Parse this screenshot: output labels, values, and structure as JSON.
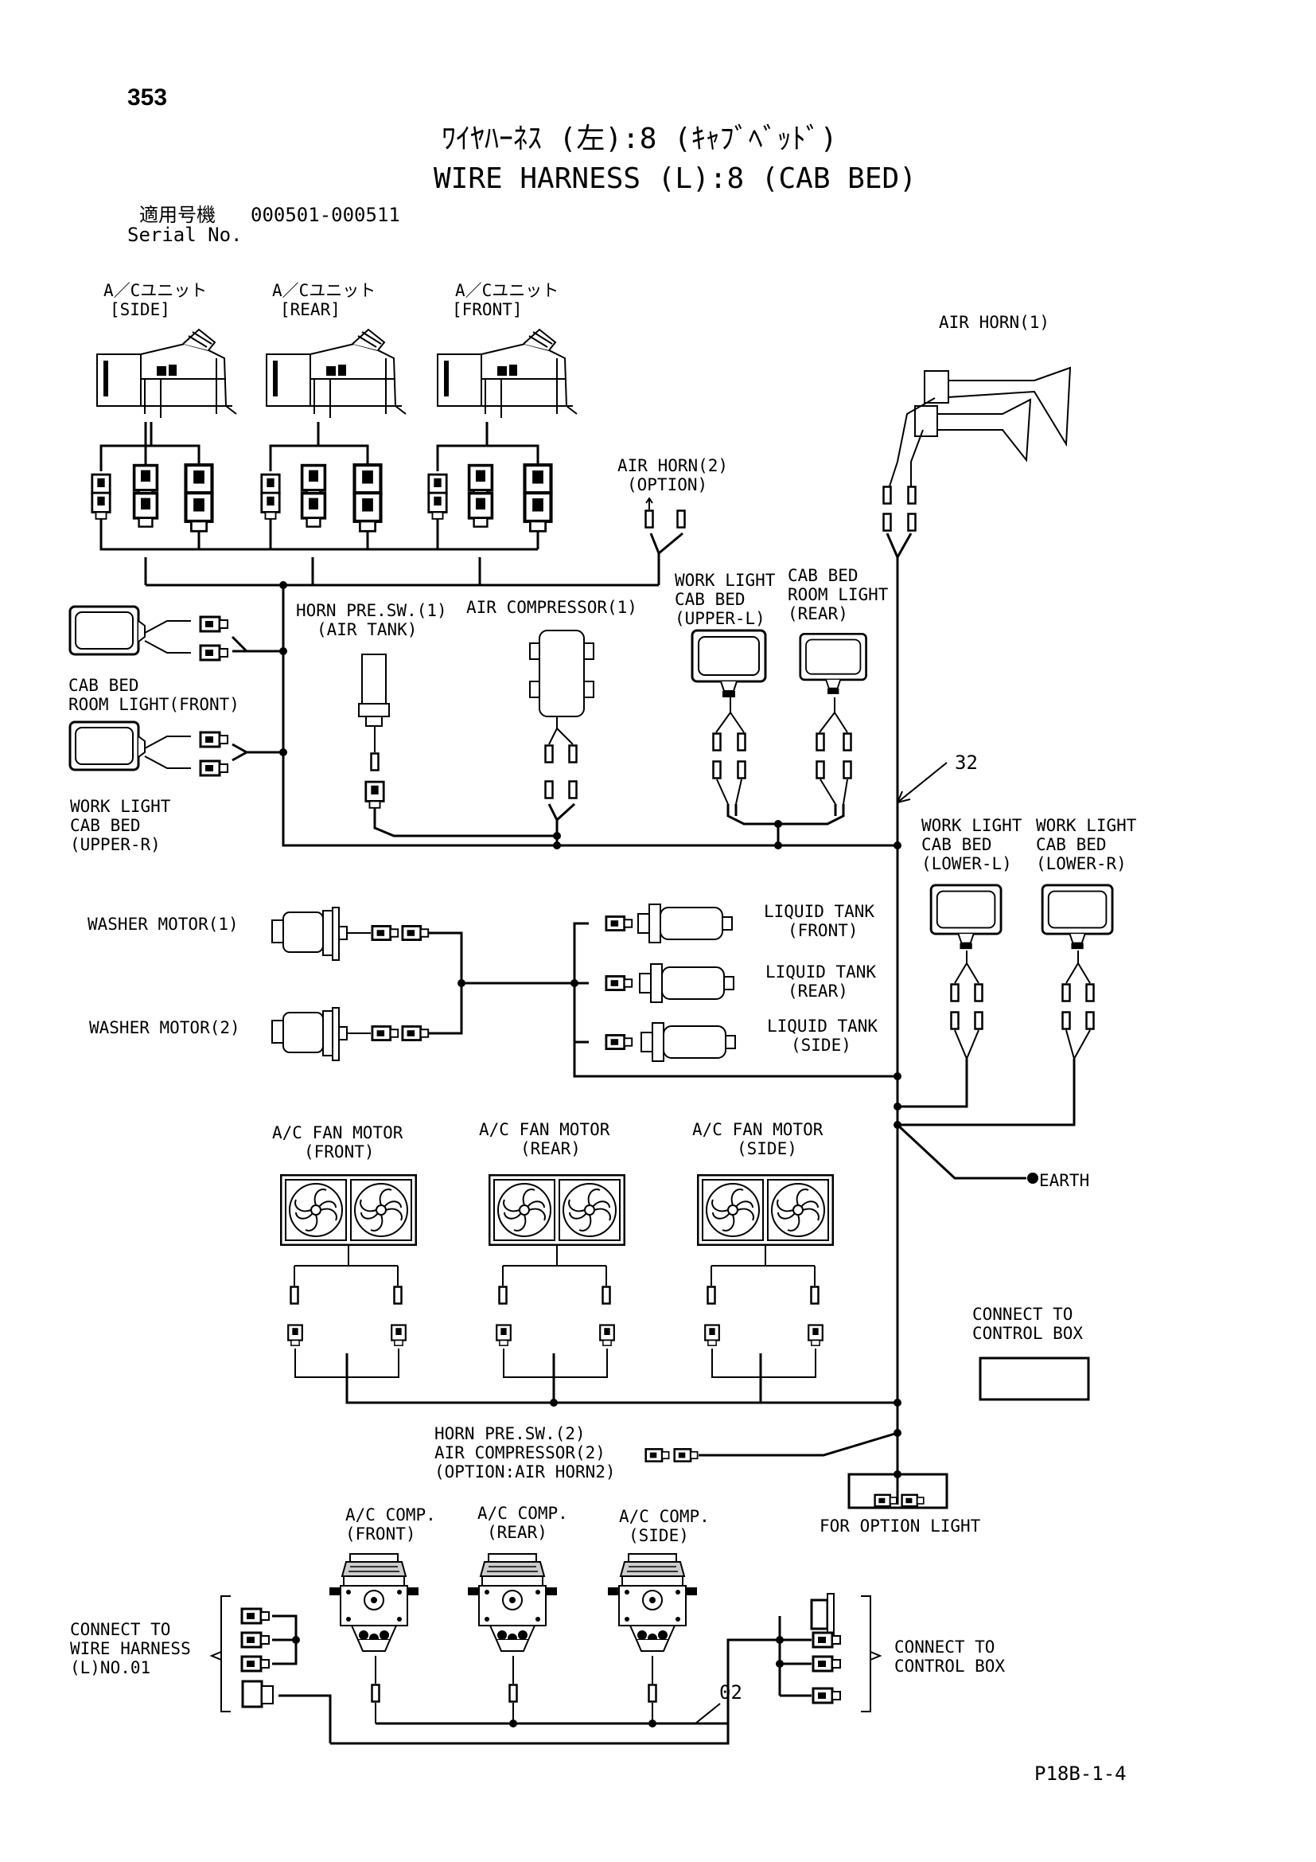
{
  "page_number": "353",
  "title_jp": "ﾜｲﾔﾊｰﾈｽ (左):8 (ｷｬﾌﾞﾍﾞｯﾄﾞ)",
  "title_en": "WIRE HARNESS (L):8 (CAB BED)",
  "serial_label_jp": "適用号機",
  "serial_value": "000501-000511",
  "serial_label_en": "Serial No.",
  "footer_code": "P18B-1-4",
  "labels": {
    "ac_unit_side": [
      "A／Cユニット",
      "[SIDE]"
    ],
    "ac_unit_rear": [
      "A／Cユニット",
      "[REAR]"
    ],
    "ac_unit_front": [
      "A／Cユニット",
      "[FRONT]"
    ],
    "air_horn_1": [
      "AIR HORN(1)"
    ],
    "air_horn_2": [
      "AIR HORN(2)",
      "(OPTION)"
    ],
    "cab_bed_room_light_front": [
      "CAB BED",
      "ROOM LIGHT(FRONT)"
    ],
    "work_light_upper_r": [
      "WORK LIGHT",
      "CAB BED",
      "(UPPER-R)"
    ],
    "horn_pre_sw_1": [
      "HORN PRE.SW.(1)",
      "(AIR TANK)"
    ],
    "air_compressor_1": [
      "AIR COMPRESSOR(1)"
    ],
    "work_light_upper_l": [
      "WORK LIGHT",
      "CAB BED",
      "(UPPER-L)"
    ],
    "cab_bed_room_light_rear": [
      "CAB BED",
      "ROOM LIGHT",
      "(REAR)"
    ],
    "ref_32": [
      "32"
    ],
    "work_light_lower_l": [
      "WORK LIGHT",
      "CAB BED",
      "(LOWER-L)"
    ],
    "work_light_lower_r": [
      "WORK LIGHT",
      "CAB BED",
      "(LOWER-R)"
    ],
    "washer_motor_1": [
      "WASHER MOTOR(1)"
    ],
    "washer_motor_2": [
      "WASHER MOTOR(2)"
    ],
    "liquid_tank_front": [
      "LIQUID TANK",
      "(FRONT)"
    ],
    "liquid_tank_rear": [
      "LIQUID TANK",
      "(REAR)"
    ],
    "liquid_tank_side": [
      "LIQUID TANK",
      "(SIDE)"
    ],
    "ac_fan_motor_front": [
      "A/C FAN MOTOR",
      "(FRONT)"
    ],
    "ac_fan_motor_rear": [
      "A/C FAN MOTOR",
      "(REAR)"
    ],
    "ac_fan_motor_side": [
      "A/C FAN MOTOR",
      "(SIDE)"
    ],
    "earth": [
      "EARTH"
    ],
    "connect_control_box_1": [
      "CONNECT TO",
      "CONTROL BOX"
    ],
    "horn_pre_sw_2": [
      "HORN PRE.SW.(2)",
      "AIR  COMPRESSOR(2)",
      "(OPTION:AIR HORN2)"
    ],
    "for_option_light": [
      "FOR OPTION LIGHT"
    ],
    "ac_comp_front": [
      "A/C COMP.",
      "(FRONT)"
    ],
    "ac_comp_rear": [
      "A/C COMP.",
      "(REAR)"
    ],
    "ac_comp_side": [
      "A/C COMP.",
      "(SIDE)"
    ],
    "connect_wire_harness": [
      "CONNECT TO",
      "WIRE HARNESS",
      "(L)NO.01"
    ],
    "connect_control_box_2": [
      "CONNECT TO",
      "CONTROL BOX"
    ],
    "ref_02": [
      "02"
    ]
  }
}
